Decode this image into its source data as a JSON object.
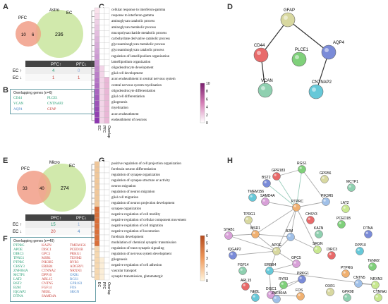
{
  "panels": {
    "A": "A",
    "B": "B",
    "C": "C",
    "D": "D",
    "E": "E",
    "F": "F",
    "G": "G",
    "H": "H"
  },
  "venn_astro": {
    "title": "Astro",
    "left_label": "PFC",
    "right_label": "EC",
    "left_only": "10",
    "overlap": "6",
    "right_only": "236",
    "table": {
      "row_up": "EC",
      "row_down": "EC",
      "c11": "4",
      "c12": "0",
      "c21": "1",
      "c22": "1"
    }
  },
  "overlap_astro": {
    "title": "Overlapping genes (n=6)",
    "genes": [
      {
        "name": "CD44",
        "color": "green"
      },
      {
        "name": "PLCE1",
        "color": "green"
      },
      {
        "name": "VCAN",
        "color": "green"
      },
      {
        "name": "CNTNAP2",
        "color": "green"
      },
      {
        "name": "AQP4",
        "color": "blue"
      },
      {
        "name": "GFAP",
        "color": "red"
      }
    ]
  },
  "heatmap_C": {
    "columns": [
      "EC",
      "PFC",
      "Overlap"
    ],
    "terms": [
      "cellular response to interferon-gamma",
      "response to interferon-gamma",
      "aminoglycan catabolic process",
      "aminoglycan metabolic process",
      "mucopolysaccharide metabolic process",
      "carbohydrate derivative catabolic process",
      "glycosaminoglycan metabolic process",
      "glycosaminoglycan catabolic process",
      "regulation of lamellipodium organization",
      "lamellipodium organization",
      "oligodendrocyte development",
      "glial cell development",
      "axon ensheathment in central nervous system",
      "central nervous system myelination",
      "oligodendrocyte differentiation",
      "glial cell differentiation",
      "gliogenesis",
      "myelination",
      "axon ensheathment",
      "ensheathment of neurons"
    ],
    "colorbar_ticks": [
      "10",
      "8",
      "6",
      "4",
      "2",
      "0"
    ]
  },
  "network_D": {
    "nodes": [
      "GFAP",
      "CD44",
      "PLCE1",
      "AQP4",
      "VCAN",
      "CNTNAP2"
    ]
  },
  "venn_micro": {
    "title": "Micro",
    "left_label": "PFC",
    "right_label": "EC",
    "left_only": "33",
    "overlap": "40",
    "right_only": "274",
    "table": {
      "row_up": "EC",
      "row_down": "EC",
      "c11": "15",
      "c12": "1",
      "c21": "20",
      "c22": "4"
    }
  },
  "overlap_micro": {
    "title": "Overlapping genes (n=40)",
    "col1": [
      {
        "name": "PTPRG",
        "color": "green"
      },
      {
        "name": "APOE",
        "color": "green"
      },
      {
        "name": "DIRC3",
        "color": "green"
      },
      {
        "name": "TPRG1",
        "color": "green"
      },
      {
        "name": "PTPRC",
        "color": "green"
      },
      {
        "name": "CHSY3",
        "color": "green"
      },
      {
        "name": "ZNF804A",
        "color": "green"
      },
      {
        "name": "MCTP1",
        "color": "green"
      },
      {
        "name": "LAT2",
        "color": "green"
      },
      {
        "name": "BST2",
        "color": "green"
      },
      {
        "name": "B2M",
        "color": "green"
      },
      {
        "name": "IQGAP2",
        "color": "green"
      },
      {
        "name": "DTNA",
        "color": "green"
      }
    ],
    "col2": [
      {
        "name": "KAZN",
        "color": "red"
      },
      {
        "name": "DISC1",
        "color": "red"
      },
      {
        "name": "GPC5",
        "color": "red"
      },
      {
        "name": "MSR1",
        "color": "red"
      },
      {
        "name": "PIK3R5",
        "color": "red"
      },
      {
        "name": "ERBB4",
        "color": "red"
      },
      {
        "name": "CTNNA2",
        "color": "red"
      },
      {
        "name": "DPP10",
        "color": "red"
      },
      {
        "name": "ARL15",
        "color": "red"
      },
      {
        "name": "CNTN5",
        "color": "red"
      },
      {
        "name": "FGF14",
        "color": "red"
      },
      {
        "name": "NEBL",
        "color": "red"
      },
      {
        "name": "SAMD4A",
        "color": "red"
      }
    ],
    "col3": [
      {
        "name": "TMEM156",
        "color": "red"
      },
      {
        "name": "PCED1B",
        "color": "red"
      },
      {
        "name": "PRKG1",
        "color": "red"
      },
      {
        "name": "TENM2",
        "color": "red"
      },
      {
        "name": "RYR3",
        "color": "red"
      },
      {
        "name": "ADGRV1",
        "color": "red"
      },
      {
        "name": "NRXN3",
        "color": "red"
      },
      {
        "name": "OXR1",
        "color": "blue"
      },
      {
        "name": "RGS1",
        "color": "blue"
      },
      {
        "name": "GPR183",
        "color": "blue"
      },
      {
        "name": "FOS",
        "color": "blue"
      },
      {
        "name": "SRGN",
        "color": "blue"
      }
    ]
  },
  "heatmap_G": {
    "columns": [
      "EC",
      "PFC",
      "Overlap"
    ],
    "terms": [
      "positive regulation of cell projection organization",
      "forebrain neuron differentiation",
      "regulation of synapse organization",
      "regulation of synapse structure or activity",
      "neuron migration",
      "regulation of neuron migration",
      "glial cell migration",
      "regulation of neuron projection development",
      "synapse organization",
      "negative regulation of cell motility",
      "negative regulation of cellular component movement",
      "negative regulation of cell migration",
      "negative regulation of locomotion",
      "forebrain development",
      "modulation of chemical synaptic transmission",
      "regulation of trans-synaptic signaling",
      "regulation of nervous system development",
      "gliogenesis",
      "negative regulation of cell adhesion",
      "vascular transport",
      "synaptic transmission, glutamatergic"
    ],
    "colorbar_ticks": [
      "6",
      "5",
      "4",
      "3",
      "2",
      "1",
      "0"
    ]
  },
  "network_H": {
    "nodes": [
      "GPR183",
      "RGS1",
      "BST2",
      "GPR56",
      "MCTP1",
      "TMEM156",
      "SAMD4A",
      "PTPRC",
      "PIK3R5",
      "LAT2",
      "CHSY3",
      "PCED1B",
      "DTNA",
      "TPRG1",
      "KAZN",
      "DPP10",
      "STAB1",
      "MSR1",
      "B2M",
      "SRGN",
      "DIRC3",
      "TENM2",
      "IQGAP2",
      "APOE",
      "FGF14",
      "ERBB4",
      "GPC5",
      "PTPRG",
      "CNTN5",
      "NRXN3",
      "ARL15",
      "RYR3",
      "PRKG1",
      "OXR1",
      "GPR98",
      "NEBL",
      "DISC1",
      "FOS",
      "ZNF804A",
      "CTNNA2"
    ]
  }
}
